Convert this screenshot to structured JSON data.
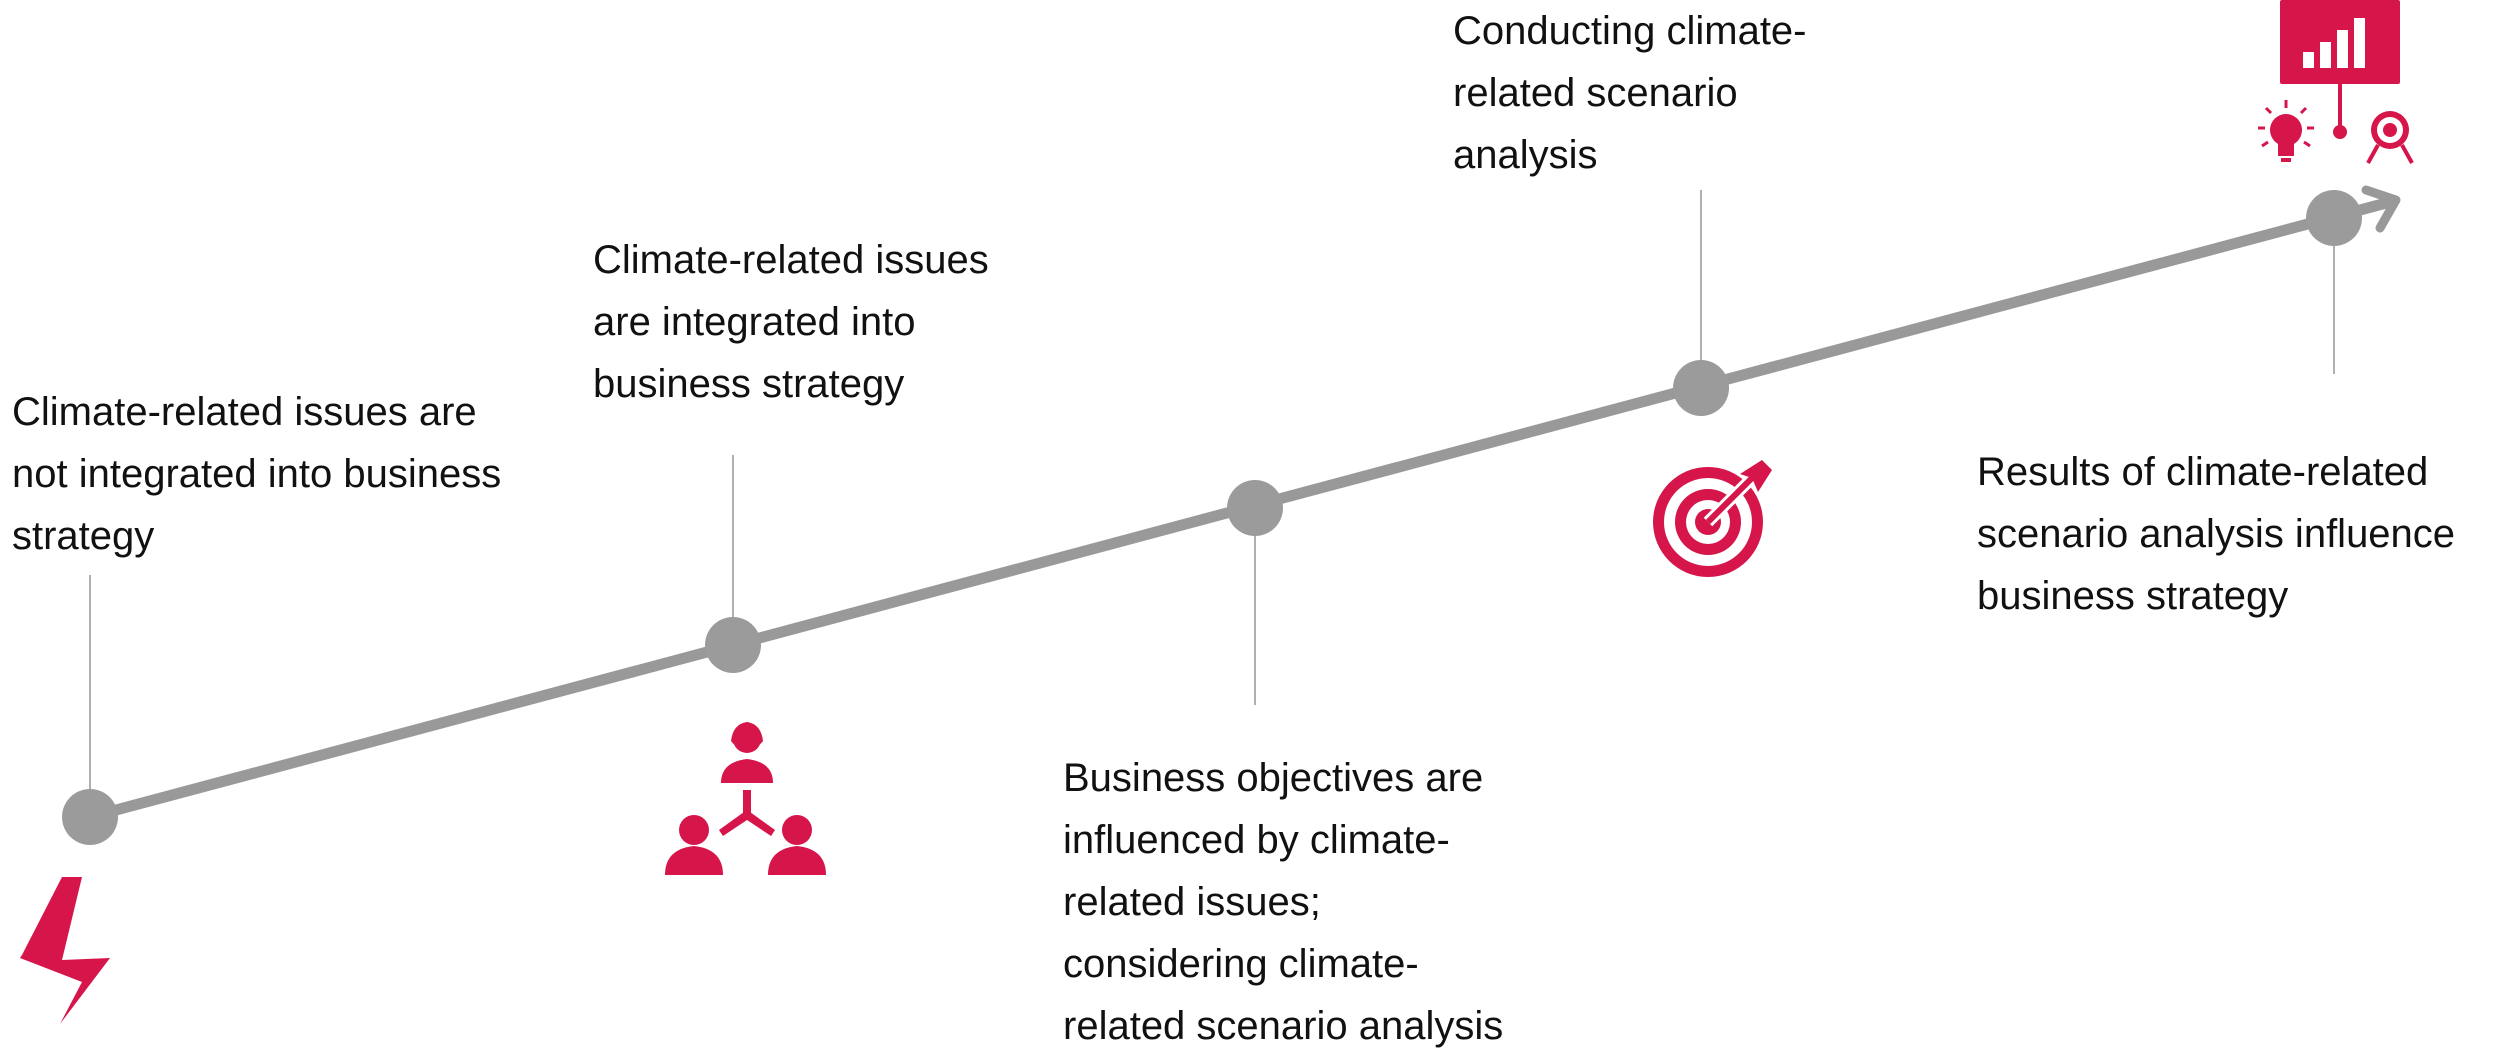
{
  "steps": [
    {
      "label_lines": [
        "Climate-related issues are",
        "not integrated into business",
        "strategy"
      ],
      "icon": "lightning-bolt-icon"
    },
    {
      "label_lines": [
        "Climate-related issues",
        "are integrated into",
        "business strategy"
      ],
      "icon": "team-network-icon"
    },
    {
      "label_lines": [
        "Business objectives are",
        "influenced by climate-",
        "related issues;",
        "considering climate-",
        "related scenario analysis"
      ],
      "icon": ""
    },
    {
      "label_lines": [
        "Conducting climate-",
        "related scenario",
        "analysis"
      ],
      "icon": "target-arrow-icon"
    },
    {
      "label_lines": [
        "Results of climate-related",
        "scenario analysis influence",
        "business strategy"
      ],
      "icon": "presentation-board-icon"
    }
  ],
  "colors": {
    "timeline": "#999999",
    "node": "#9b9b9b",
    "connector": "#b0b0b0",
    "accent": "#d6154a",
    "text": "#111111"
  }
}
